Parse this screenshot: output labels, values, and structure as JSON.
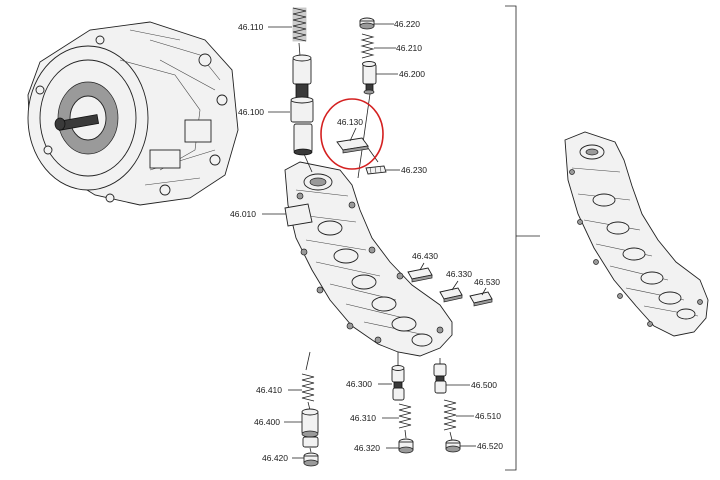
{
  "labels": {
    "p46110": "46.110",
    "p46220": "46.220",
    "p46210": "46.210",
    "p46200": "46.200",
    "p46100": "46.100",
    "p46130": "46.130",
    "p46230": "46.230",
    "p46010": "46.010",
    "p46430": "46.430",
    "p46330": "46.330",
    "p46530": "46.530",
    "p46410": "46.410",
    "p46300": "46.300",
    "p46500": "46.500",
    "p46400": "46.400",
    "p46310": "46.310",
    "p46510": "46.510",
    "p46420": "46.420",
    "p46320": "46.320",
    "p46520": "46.520"
  },
  "highlight": {
    "color": "#d42020",
    "target": "46.130"
  }
}
